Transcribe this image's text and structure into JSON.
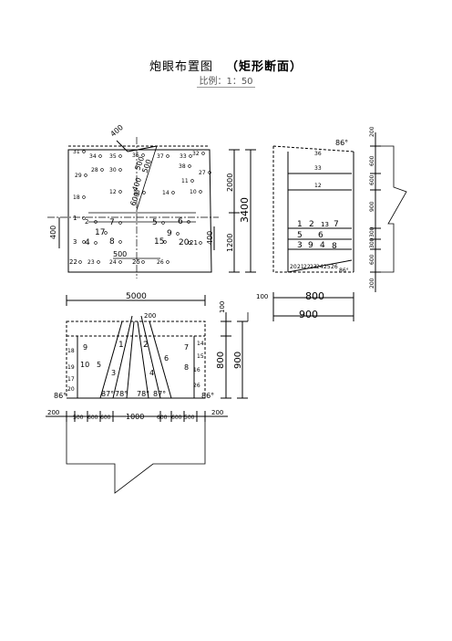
{
  "title": {
    "main": "炮眼布置图",
    "sub": "（矩形断面）"
  },
  "scale": "比例：1：50",
  "front_view": {
    "dims": {
      "top_400": "400",
      "diag_500_a": "500",
      "diag_400": "400",
      "diag_500_b": "500",
      "diag_600": "600",
      "left_400": "400",
      "right_400": "400",
      "inner_500": "500",
      "right_2000": "2000",
      "right_1200": "1200",
      "right_3400": "3400"
    },
    "holes": [
      "31",
      "34",
      "35",
      "36",
      "37",
      "33",
      "32",
      "29",
      "28",
      "30",
      "38",
      "27",
      "11",
      "12",
      "13",
      "14",
      "18",
      "10",
      "1",
      "2",
      "7",
      "5",
      "6",
      "17",
      "9",
      "3",
      "4",
      "8",
      "15",
      "20",
      "21",
      "22",
      "23",
      "24",
      "25",
      "26"
    ]
  },
  "side_view": {
    "angle_top": "86°",
    "angle_bottom": "86°",
    "dims": [
      "200",
      "600",
      "600",
      "900",
      "300",
      "300",
      "600",
      "200"
    ],
    "bottom_100": "100",
    "bottom_800": "800",
    "bottom_900": "900",
    "holes": [
      "36",
      "33",
      "12",
      "1",
      "2",
      "13",
      "7",
      "5",
      "6",
      "3",
      "9",
      "4",
      "8",
      "20",
      "21",
      "22",
      "23",
      "24",
      "25",
      "26"
    ]
  },
  "plan_view": {
    "width_5000": "5000",
    "top_200": "200",
    "right_100": "100",
    "right_800": "800",
    "right_900": "900",
    "angles": [
      "86°",
      "87°",
      "78°",
      "78°",
      "87°",
      "86°"
    ],
    "holes": [
      "18",
      "9",
      "1",
      "2",
      "7",
      "14",
      "19",
      "10",
      "5",
      "6",
      "8",
      "15",
      "17",
      "3",
      "4",
      "16",
      "20",
      "26"
    ],
    "bottom_dims": [
      "200",
      "500",
      "600",
      "600",
      "1000",
      "600",
      "600",
      "500",
      "200"
    ]
  }
}
